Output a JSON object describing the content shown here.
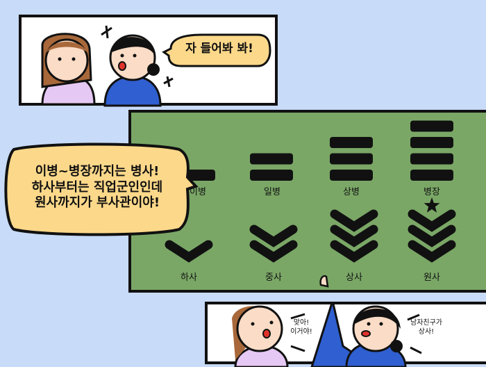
{
  "panel1": {
    "speech": "자 들어봐 봐!"
  },
  "panel2": {
    "speech_lines": [
      "이병~병장까지는 병사!",
      "하사부터는 직업군인인데",
      "원사까지가 부사관이야!"
    ],
    "enlisted_ranks": [
      {
        "label": "이병",
        "bars": 1
      },
      {
        "label": "일병",
        "bars": 2
      },
      {
        "label": "상병",
        "bars": 3
      },
      {
        "label": "병장",
        "bars": 4
      }
    ],
    "nco_ranks": [
      {
        "label": "하사",
        "chevrons": 1,
        "star": false
      },
      {
        "label": "중사",
        "chevrons": 2,
        "star": false
      },
      {
        "label": "상사",
        "chevrons": 3,
        "star": false
      },
      {
        "label": "원사",
        "chevrons": 3,
        "star": true
      }
    ]
  },
  "panel3": {
    "left_speech_lines": [
      "맞아!",
      "이거야!"
    ],
    "right_speech_lines": [
      "남자친구가",
      "상사!"
    ]
  },
  "colors": {
    "background": "#c8dbf8",
    "green": "#7aa766",
    "bubble": "#fcd88a",
    "shirt_blue": "#2f5fd0",
    "shirt_purple": "#e6c8f4"
  }
}
